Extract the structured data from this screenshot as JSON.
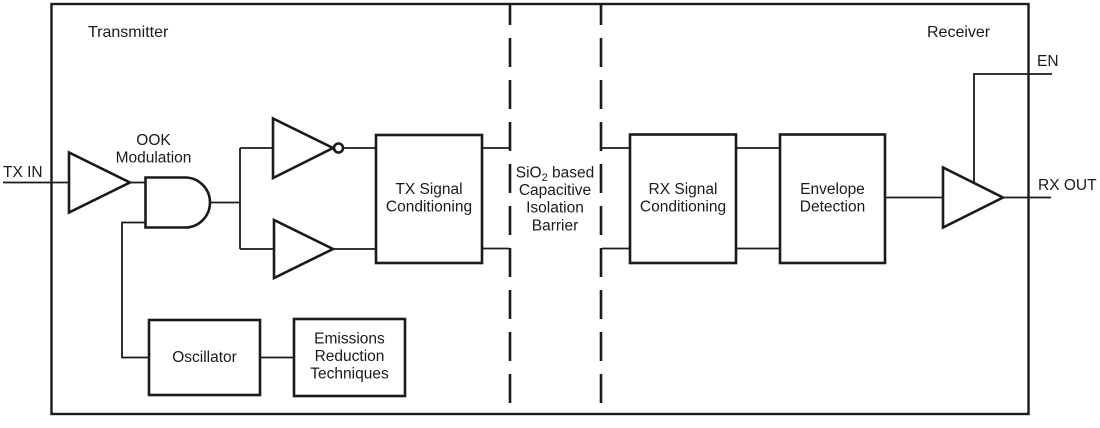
{
  "colors": {
    "line": "#1a1a1a",
    "background": "#ffffff"
  },
  "sections": {
    "transmitter": "Transmitter",
    "receiver": "Receiver"
  },
  "pins": {
    "tx_in": "TX IN",
    "rx_out": "RX OUT",
    "en": "EN"
  },
  "annotations": {
    "ook": {
      "line1": "OOK",
      "line2": "Modulation"
    },
    "barrier": {
      "line1_pre": "SiO",
      "line1_sub": "2",
      "line1_post": " based",
      "line2": "Capacitive",
      "line3": "Isolation",
      "line4": "Barrier"
    }
  },
  "blocks": {
    "tx_signal": {
      "line1": "TX Signal",
      "line2": "Conditioning"
    },
    "rx_signal": {
      "line1": "RX Signal",
      "line2": "Conditioning"
    },
    "envelope": {
      "line1": "Envelope",
      "line2": "Detection"
    },
    "oscillator": {
      "label": "Oscillator"
    },
    "emissions": {
      "line1": "Emissions",
      "line2": "Reduction",
      "line3": "Techniques"
    }
  }
}
